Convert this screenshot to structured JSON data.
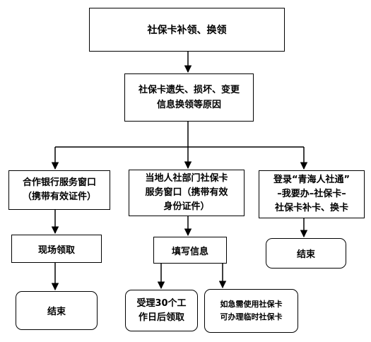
{
  "flowchart": {
    "top": "社保卡补领、换领",
    "cause": [
      "社保卡遗失、损坏、变更",
      "信息换领等原因"
    ],
    "bank": [
      "合作银行服务窗口",
      "（携带有效证件）"
    ],
    "local": [
      "当地人社部门社保卡",
      "服务窗口（携带有效",
      "身份证件）"
    ],
    "app": [
      "登录“青海人社通”",
      "–我要办–社保卡–",
      "社保卡补卡、换卡"
    ],
    "pick": "现场领取",
    "fill": "填写信息",
    "end_left": "结束",
    "end_right": "结束",
    "accept": [
      "受理30个工",
      "作日后领取"
    ],
    "temp": [
      "如急需使用社保卡",
      "可办理临时社保卡"
    ]
  }
}
